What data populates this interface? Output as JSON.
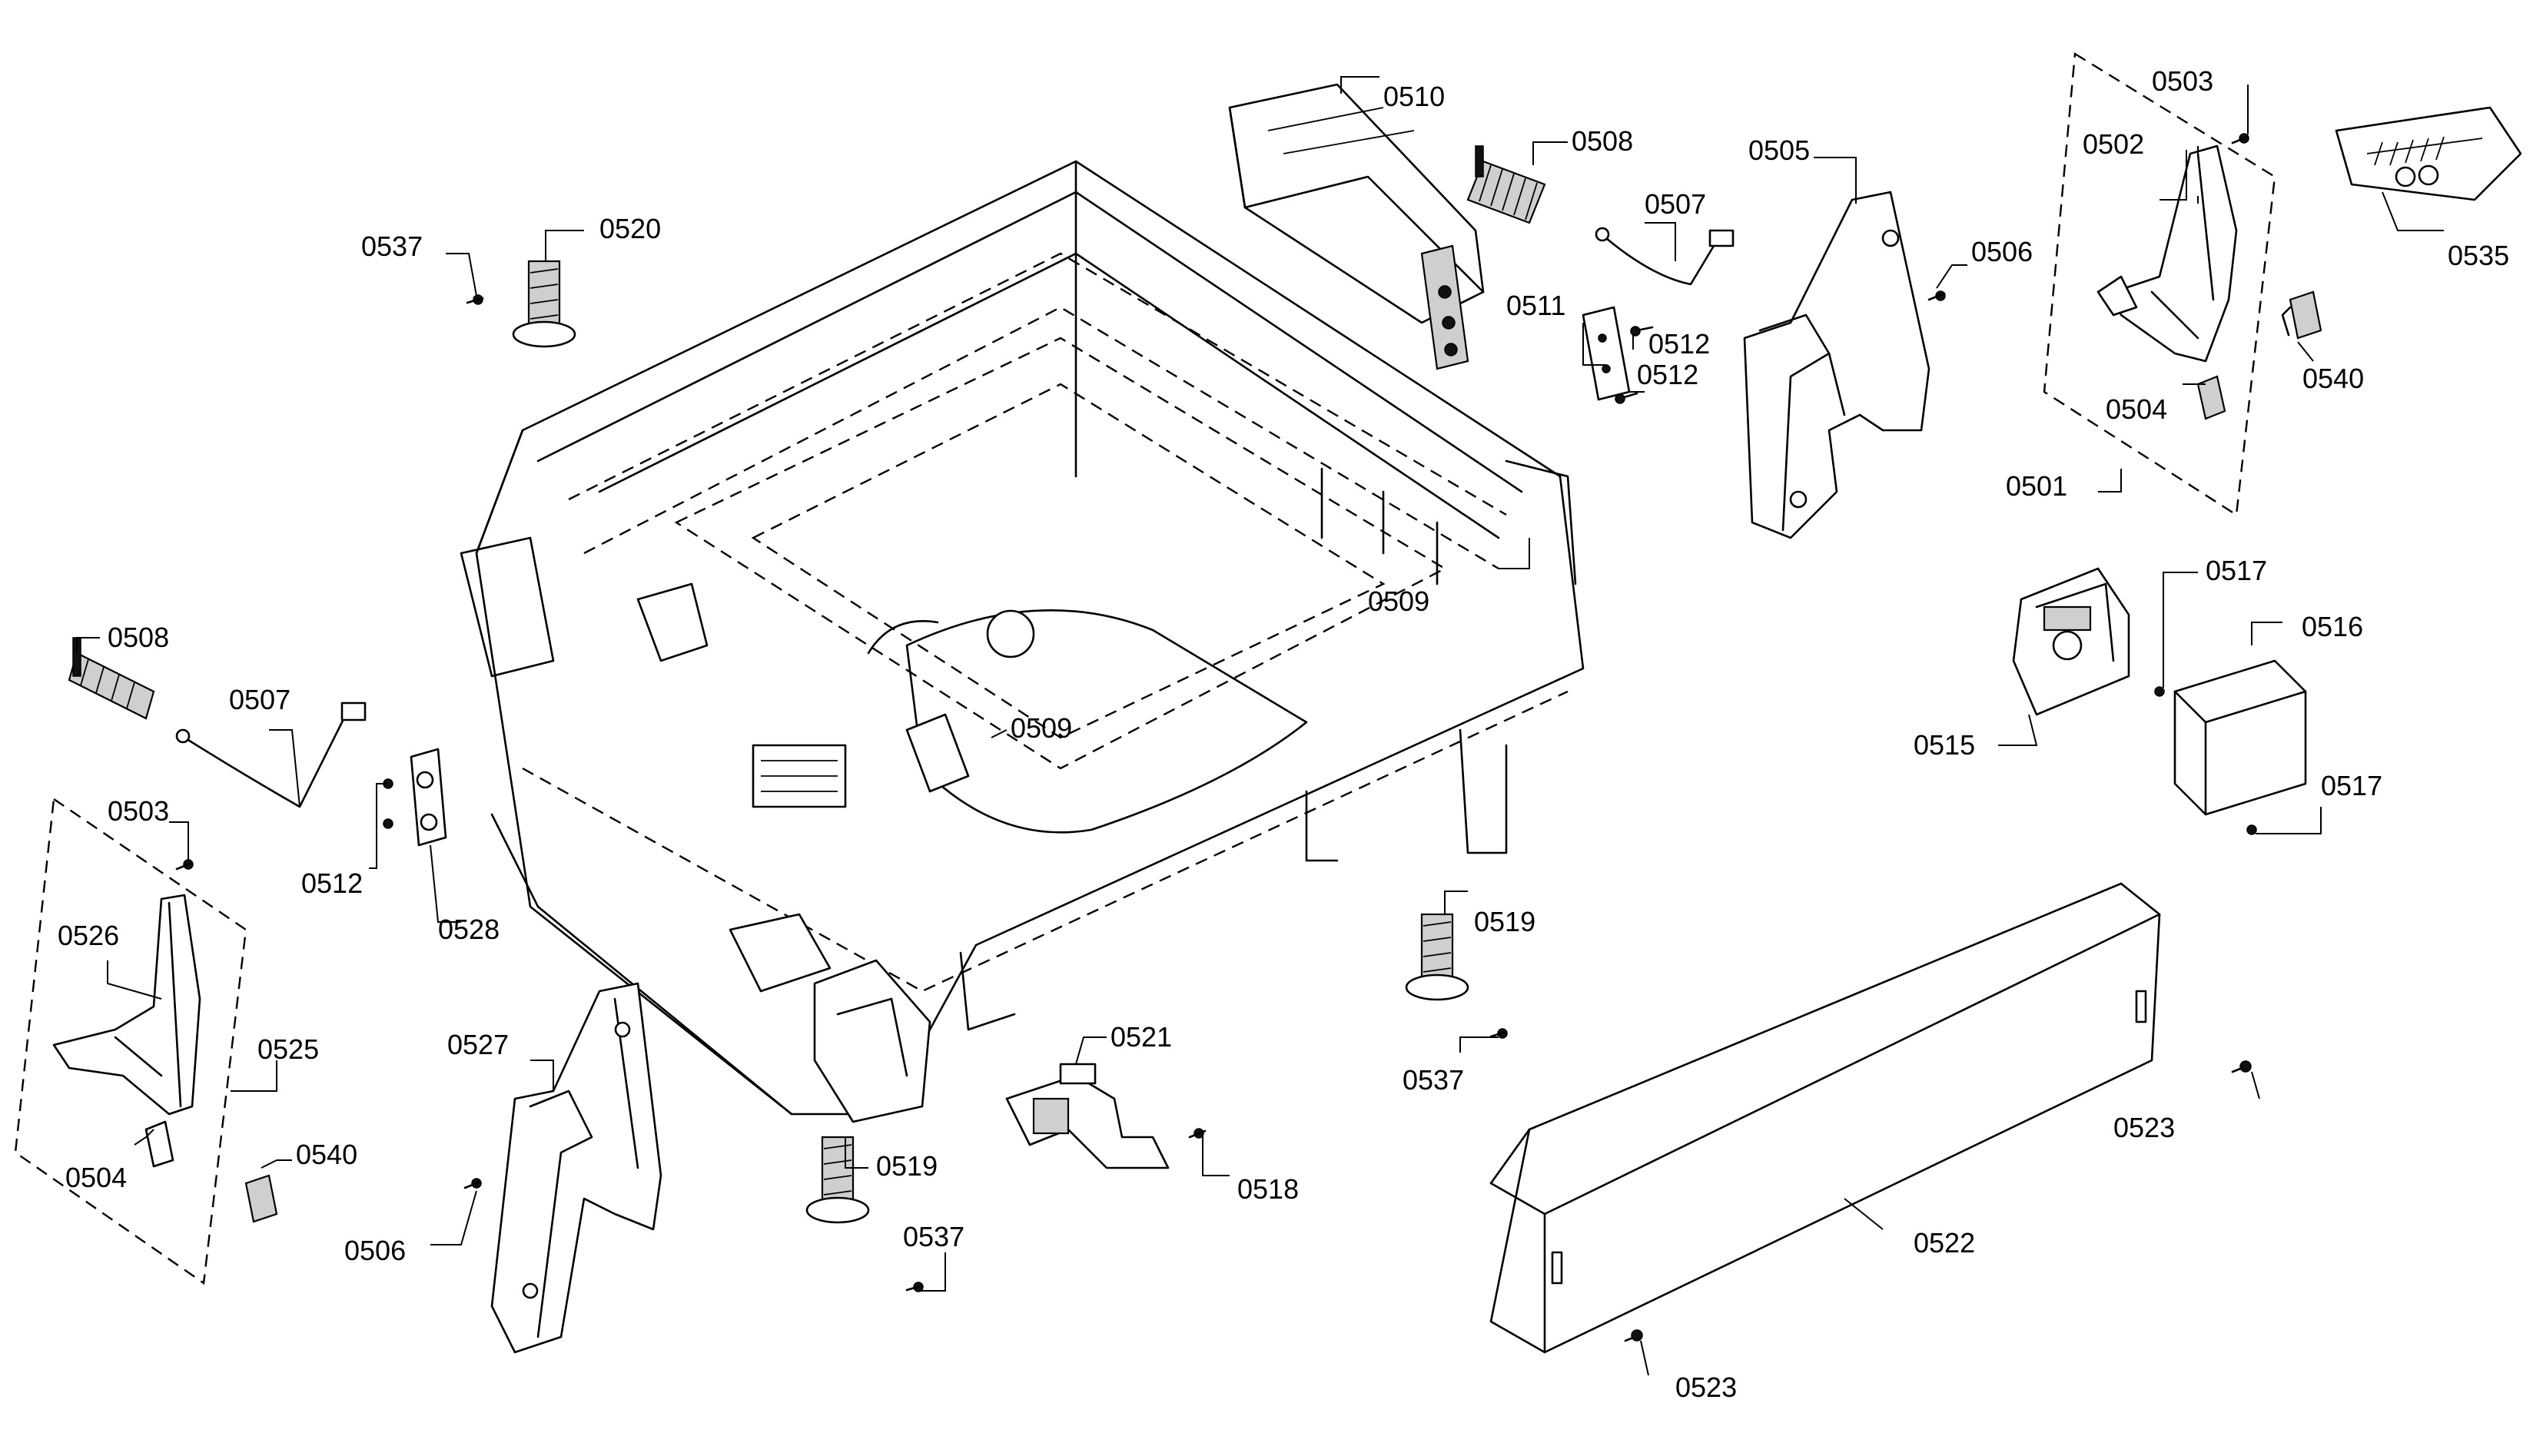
{
  "labels": {
    "l0501": "0501",
    "l0502": "0502",
    "l0503a": "0503",
    "l0503b": "0503",
    "l0504a": "0504",
    "l0504b": "0504",
    "l0505": "0505",
    "l0506a": "0506",
    "l0506b": "0506",
    "l0507a": "0507",
    "l0507b": "0507",
    "l0508a": "0508",
    "l0508b": "0508",
    "l0509a": "0509",
    "l0509b": "0509",
    "l0510": "0510",
    "l0511": "0511",
    "l0512a": "0512",
    "l0512b": "0512",
    "l0515": "0515",
    "l0516": "0516",
    "l0517a": "0517",
    "l0517b": "0517",
    "l0518": "0518",
    "l0519a": "0519",
    "l0519b": "0519",
    "l0520": "0520",
    "l0521": "0521",
    "l0522": "0522",
    "l0523a": "0523",
    "l0523b": "0523",
    "l0525": "0525",
    "l0526": "0526",
    "l0527": "0527",
    "l0528": "0528",
    "l0535": "0535",
    "l0537a": "0537",
    "l0537b": "0537",
    "l0537c": "0537",
    "l0540a": "0540",
    "l0540b": "0540"
  }
}
